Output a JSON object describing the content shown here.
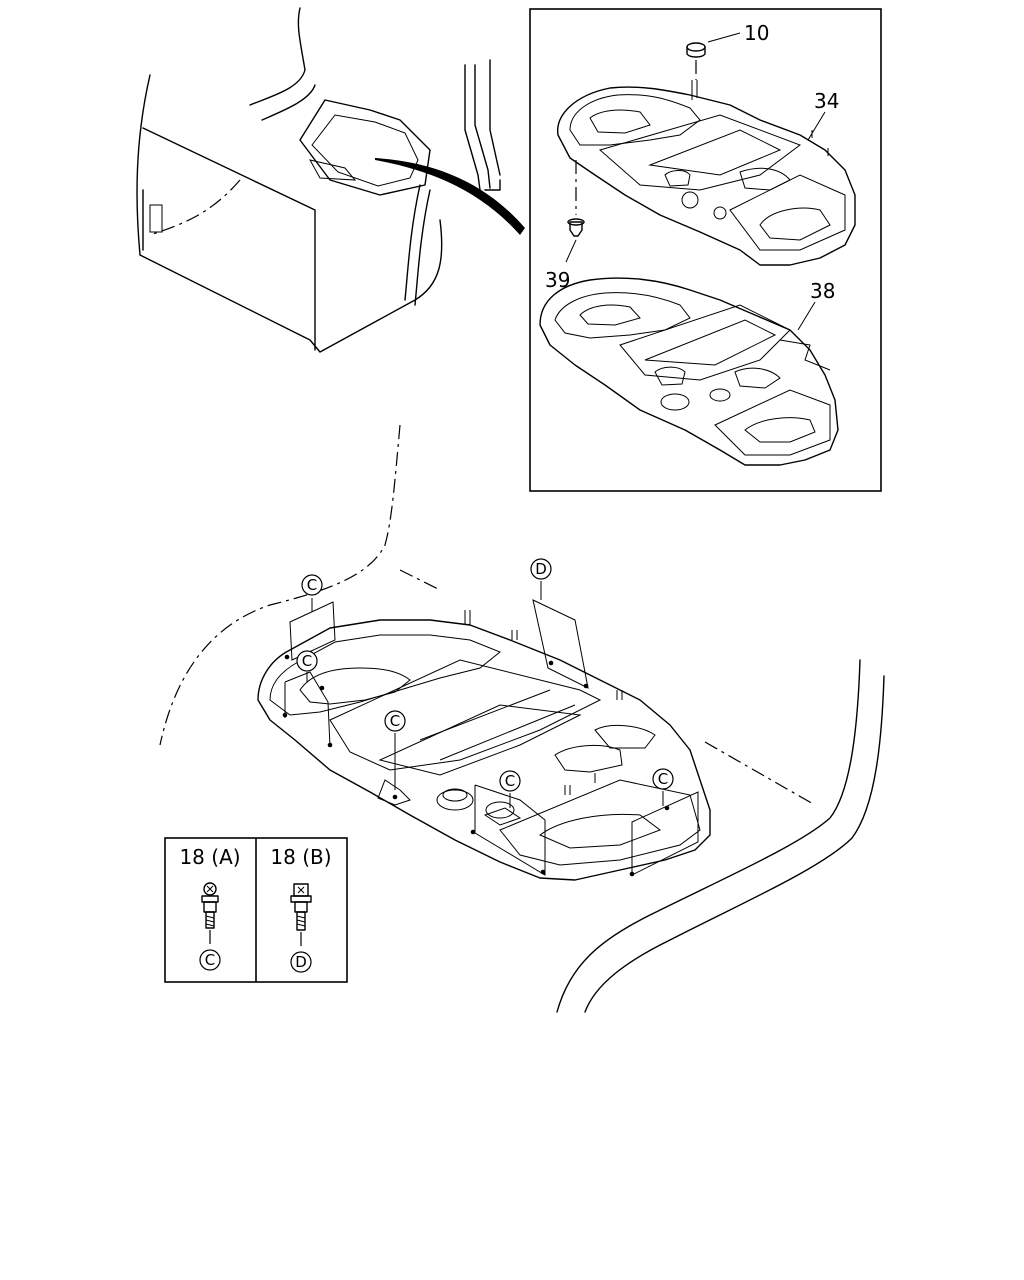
{
  "diagram": {
    "callouts": {
      "part_10": "10",
      "part_34": "34",
      "part_39": "39",
      "part_38": "38"
    },
    "refs": {
      "c1": "C",
      "c2": "C",
      "c3": "C",
      "c4": "C",
      "c5": "C",
      "d1": "D"
    },
    "fasteners": {
      "a_label": "18 (A)",
      "a_ref": "C",
      "b_label": "18 (B)",
      "b_ref": "D"
    }
  }
}
